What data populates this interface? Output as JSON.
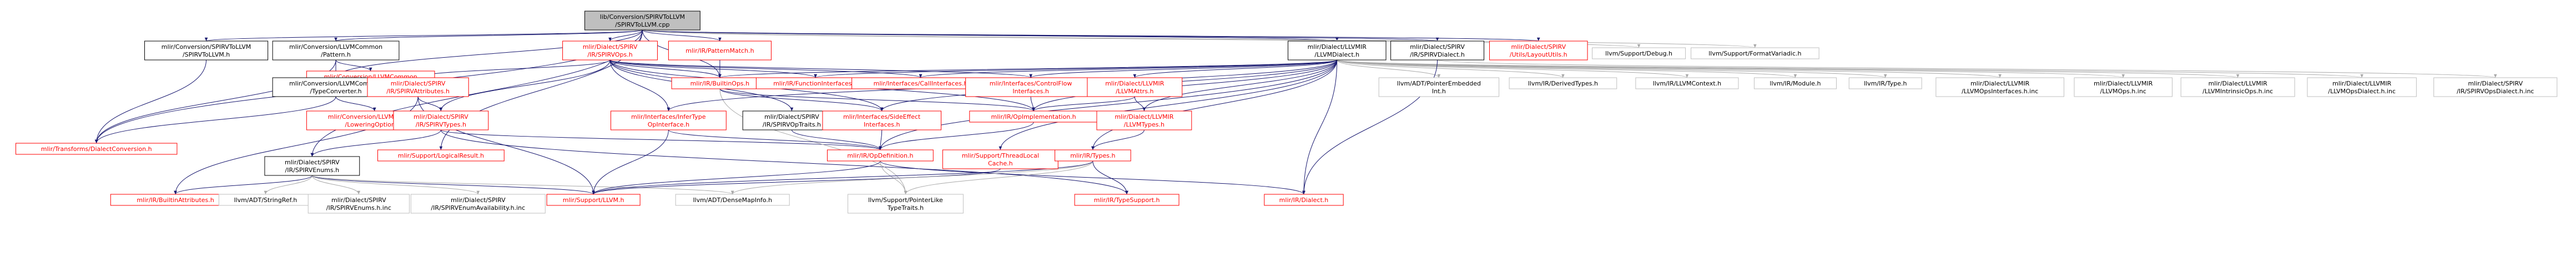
{
  "colors": {
    "root_fill": "#bfbfbf",
    "node_fill": "#ffffff",
    "border_normal": "#000000",
    "border_red": "#ff0000",
    "border_gray": "#bfbfbf",
    "text_normal": "#000000",
    "text_red": "#ff0000",
    "edge_normal": "#191970",
    "edge_gray": "#a9a9a9"
  },
  "nodes": [
    {
      "id": "root",
      "lines": [
        "lib/Conversion/SPIRVToLLVM",
        "/SPIRVToLLVM.cpp"
      ],
      "style": "root"
    },
    {
      "id": "spirvtollvm_h",
      "lines": [
        "mlir/Conversion/SPIRVToLLVM",
        "/SPIRVToLLVM.h"
      ],
      "style": "normal"
    },
    {
      "id": "llvmcommon_pattern",
      "lines": [
        "mlir/Conversion/LLVMCommon",
        "/Pattern.h"
      ],
      "style": "normal"
    },
    {
      "id": "spirv_ops",
      "lines": [
        "mlir/Dialect/SPIRV",
        "/IR/SPIRVOps.h"
      ],
      "style": "red"
    },
    {
      "id": "patternmatch",
      "lines": [
        "mlir/IR/PatternMatch.h"
      ],
      "style": "red"
    },
    {
      "id": "llvmir_dialect",
      "lines": [
        "mlir/Dialect/LLVMIR",
        "/LLVMDialect.h"
      ],
      "style": "normal"
    },
    {
      "id": "spirv_dialect",
      "lines": [
        "mlir/Dialect/SPIRV",
        "/IR/SPIRVDialect.h"
      ],
      "style": "normal"
    },
    {
      "id": "spirv_layoututils",
      "lines": [
        "mlir/Dialect/SPIRV",
        "/Utils/LayoutUtils.h"
      ],
      "style": "red"
    },
    {
      "id": "debug",
      "lines": [
        "llvm/Support/Debug.h"
      ],
      "style": "gray"
    },
    {
      "id": "formatvariadic",
      "lines": [
        "llvm/Support/FormatVariadic.h"
      ],
      "style": "gray"
    },
    {
      "id": "memrefbuilder",
      "lines": [
        "mlir/Conversion/LLVMCommon",
        "/MemRefBuilder.h"
      ],
      "style": "red"
    },
    {
      "id": "typeconverter",
      "lines": [
        "mlir/Conversion/LLVMCommon",
        "/TypeConverter.h"
      ],
      "style": "normal"
    },
    {
      "id": "loweringoptions",
      "lines": [
        "mlir/Conversion/LLVMCommon",
        "/LoweringOptions.h"
      ],
      "style": "red"
    },
    {
      "id": "dialectconversion",
      "lines": [
        "mlir/Transforms/DialectConversion.h"
      ],
      "style": "red"
    },
    {
      "id": "spirv_attributes",
      "lines": [
        "mlir/Dialect/SPIRV",
        "/IR/SPIRVAttributes.h"
      ],
      "style": "red"
    },
    {
      "id": "spirv_types",
      "lines": [
        "mlir/Dialect/SPIRV",
        "/IR/SPIRVTypes.h"
      ],
      "style": "red"
    },
    {
      "id": "spirv_enums",
      "lines": [
        "mlir/Dialect/SPIRV",
        "/IR/SPIRVEnums.h"
      ],
      "style": "normal"
    },
    {
      "id": "builtinops",
      "lines": [
        "mlir/IR/BuiltinOps.h"
      ],
      "style": "red"
    },
    {
      "id": "functioninterfaces",
      "lines": [
        "mlir/IR/FunctionInterfaces.h"
      ],
      "style": "red"
    },
    {
      "id": "callinterfaces",
      "lines": [
        "mlir/Interfaces/CallInterfaces.h"
      ],
      "style": "red"
    },
    {
      "id": "controlflowinterfaces",
      "lines": [
        "mlir/Interfaces/ControlFlow",
        "Interfaces.h"
      ],
      "style": "red"
    },
    {
      "id": "llvmattrs",
      "lines": [
        "mlir/Dialect/LLVMIR",
        "/LLVMAttrs.h"
      ],
      "style": "red"
    },
    {
      "id": "inferopinterface",
      "lines": [
        "mlir/Interfaces/InferType",
        "OpInterface.h"
      ],
      "style": "red"
    },
    {
      "id": "spirv_optraits",
      "lines": [
        "mlir/Dialect/SPIRV",
        "/IR/SPIRVOpTraits.h"
      ],
      "style": "normal"
    },
    {
      "id": "sideeffect",
      "lines": [
        "mlir/Interfaces/SideEffect",
        "Interfaces.h"
      ],
      "style": "red"
    },
    {
      "id": "opimplementation",
      "lines": [
        "mlir/IR/OpImplementation.h"
      ],
      "style": "red"
    },
    {
      "id": "llvmtypes",
      "lines": [
        "mlir/Dialect/LLVMIR",
        "/LLVMTypes.h"
      ],
      "style": "red"
    },
    {
      "id": "logicalresult",
      "lines": [
        "mlir/Support/LogicalResult.h"
      ],
      "style": "red"
    },
    {
      "id": "opdefinition",
      "lines": [
        "mlir/IR/OpDefinition.h"
      ],
      "style": "red"
    },
    {
      "id": "threadlocalcache",
      "lines": [
        "mlir/Support/ThreadLocal",
        "Cache.h"
      ],
      "style": "red"
    },
    {
      "id": "ir_types",
      "lines": [
        "mlir/IR/Types.h"
      ],
      "style": "red"
    },
    {
      "id": "builtinattributes",
      "lines": [
        "mlir/IR/BuiltinAttributes.h"
      ],
      "style": "red"
    },
    {
      "id": "stringref",
      "lines": [
        "llvm/ADT/StringRef.h"
      ],
      "style": "gray"
    },
    {
      "id": "spirvenums_inc",
      "lines": [
        "mlir/Dialect/SPIRV",
        "/IR/SPIRVEnums.h.inc"
      ],
      "style": "gray"
    },
    {
      "id": "spirvenumavail_inc",
      "lines": [
        "mlir/Dialect/SPIRV",
        "/IR/SPIRVEnumAvailability.h.inc"
      ],
      "style": "gray"
    },
    {
      "id": "llvm_h",
      "lines": [
        "mlir/Support/LLVM.h"
      ],
      "style": "red"
    },
    {
      "id": "densemapinfo",
      "lines": [
        "llvm/ADT/DenseMapInfo.h"
      ],
      "style": "gray"
    },
    {
      "id": "pointerliketypetraits",
      "lines": [
        "llvm/Support/PointerLike",
        "TypeTraits.h"
      ],
      "style": "gray"
    },
    {
      "id": "typesupport",
      "lines": [
        "mlir/IR/TypeSupport.h"
      ],
      "style": "red"
    },
    {
      "id": "ir_dialect",
      "lines": [
        "mlir/IR/Dialect.h"
      ],
      "style": "red"
    },
    {
      "id": "pointerembeddedint",
      "lines": [
        "llvm/ADT/PointerEmbedded",
        "Int.h"
      ],
      "style": "gray"
    },
    {
      "id": "derivedtypes",
      "lines": [
        "llvm/IR/DerivedTypes.h"
      ],
      "style": "gray"
    },
    {
      "id": "llvmcontext",
      "lines": [
        "llvm/IR/LLVMContext.h"
      ],
      "style": "gray"
    },
    {
      "id": "llvm_module",
      "lines": [
        "llvm/IR/Module.h"
      ],
      "style": "gray"
    },
    {
      "id": "llvm_type",
      "lines": [
        "llvm/IR/Type.h"
      ],
      "style": "gray"
    },
    {
      "id": "llvmopsinterfaces_inc",
      "lines": [
        "mlir/Dialect/LLVMIR",
        "/LLVMOpsInterfaces.h.inc"
      ],
      "style": "gray"
    },
    {
      "id": "llvmops_inc",
      "lines": [
        "mlir/Dialect/LLVMIR",
        "/LLVMOps.h.inc"
      ],
      "style": "gray"
    },
    {
      "id": "llvmintrinsicops_inc",
      "lines": [
        "mlir/Dialect/LLVMIR",
        "/LLVMIntrinsicOps.h.inc"
      ],
      "style": "gray"
    },
    {
      "id": "llvmopsdialect_inc",
      "lines": [
        "mlir/Dialect/LLVMIR",
        "/LLVMOpsDialect.h.inc"
      ],
      "style": "gray"
    },
    {
      "id": "spirvopsdialect_inc",
      "lines": [
        "mlir/Dialect/SPIRV",
        "/IR/SPIRVOpsDialect.h.inc"
      ],
      "style": "gray"
    }
  ],
  "edges": [
    [
      "root",
      "spirvtollvm_h"
    ],
    [
      "root",
      "llvmcommon_pattern"
    ],
    [
      "root",
      "spirv_ops"
    ],
    [
      "root",
      "patternmatch"
    ],
    [
      "root",
      "llvmir_dialect"
    ],
    [
      "root",
      "spirv_dialect"
    ],
    [
      "root",
      "spirv_layoututils"
    ],
    [
      "root",
      "debug"
    ],
    [
      "root",
      "formatvariadic"
    ],
    [
      "root",
      "typeconverter"
    ],
    [
      "root",
      "dialectconversion"
    ],
    [
      "root",
      "spirv_enums"
    ],
    [
      "root",
      "builtinops"
    ],
    [
      "root",
      "logicalresult"
    ],
    [
      "spirvtollvm_h",
      "dialectconversion"
    ],
    [
      "llvmcommon_pattern",
      "memrefbuilder"
    ],
    [
      "llvmcommon_pattern",
      "typeconverter"
    ],
    [
      "llvmcommon_pattern",
      "dialectconversion"
    ],
    [
      "typeconverter",
      "loweringoptions"
    ],
    [
      "typeconverter",
      "dialectconversion"
    ],
    [
      "patternmatch",
      "builtinops"
    ],
    [
      "spirv_ops",
      "spirv_attributes"
    ],
    [
      "spirv_ops",
      "spirv_types"
    ],
    [
      "spirv_ops",
      "builtinops"
    ],
    [
      "spirv_ops",
      "functioninterfaces"
    ],
    [
      "spirv_ops",
      "callinterfaces"
    ],
    [
      "spirv_ops",
      "controlflowinterfaces"
    ],
    [
      "spirv_ops",
      "inferopinterface"
    ],
    [
      "spirv_ops",
      "spirv_optraits"
    ],
    [
      "spirv_ops",
      "sideeffect"
    ],
    [
      "spirv_ops",
      "opimplementation"
    ],
    [
      "spirv_attributes",
      "spirv_types"
    ],
    [
      "spirv_attributes",
      "builtinattributes"
    ],
    [
      "spirv_attributes",
      "llvm_h"
    ],
    [
      "spirv_types",
      "spirv_enums"
    ],
    [
      "spirv_types",
      "opdefinition"
    ],
    [
      "spirv_types",
      "typesupport"
    ],
    [
      "spirv_enums",
      "builtinattributes"
    ],
    [
      "spirv_enums",
      "stringref"
    ],
    [
      "spirv_enums",
      "spirvenums_inc"
    ],
    [
      "spirv_enums",
      "spirvenumavail_inc"
    ],
    [
      "spirv_enums",
      "llvm_h"
    ],
    [
      "spirv_enums",
      "densemapinfo"
    ],
    [
      "builtinops",
      "functioninterfaces"
    ],
    [
      "builtinops",
      "callinterfaces"
    ],
    [
      "builtinops",
      "opimplementation"
    ],
    [
      "builtinops",
      "sideeffect"
    ],
    [
      "builtinops",
      "pointerliketypetraits"
    ],
    [
      "spirv_optraits",
      "opdefinition"
    ],
    [
      "sideeffect",
      "opdefinition"
    ],
    [
      "inferopinterface",
      "opdefinition"
    ],
    [
      "inferopinterface",
      "llvm_h"
    ],
    [
      "controlflowinterfaces",
      "opimplementation"
    ],
    [
      "opimplementation",
      "opdefinition"
    ],
    [
      "llvmir_dialect",
      "builtinops"
    ],
    [
      "llvmir_dialect",
      "functioninterfaces"
    ],
    [
      "llvmir_dialect",
      "callinterfaces"
    ],
    [
      "llvmir_dialect",
      "controlflowinterfaces"
    ],
    [
      "llvmir_dialect",
      "llvmattrs"
    ],
    [
      "llvmir_dialect",
      "llvmtypes"
    ],
    [
      "llvmir_dialect",
      "inferopinterface"
    ],
    [
      "llvmir_dialect",
      "sideeffect"
    ],
    [
      "llvmir_dialect",
      "opimplementation"
    ],
    [
      "llvmir_dialect",
      "opdefinition"
    ],
    [
      "llvmir_dialect",
      "threadlocalcache"
    ],
    [
      "llvmir_dialect",
      "ir_types"
    ],
    [
      "llvmir_dialect",
      "pointerembeddedint"
    ],
    [
      "llvmir_dialect",
      "derivedtypes"
    ],
    [
      "llvmir_dialect",
      "llvmcontext"
    ],
    [
      "llvmir_dialect",
      "llvm_module"
    ],
    [
      "llvmir_dialect",
      "llvm_type"
    ],
    [
      "llvmir_dialect",
      "llvmopsinterfaces_inc"
    ],
    [
      "llvmir_dialect",
      "llvmops_inc"
    ],
    [
      "llvmir_dialect",
      "llvmintrinsicops_inc"
    ],
    [
      "llvmir_dialect",
      "llvmopsdialect_inc"
    ],
    [
      "llvmir_dialect",
      "ir_dialect"
    ],
    [
      "llvmattrs",
      "opimplementation"
    ],
    [
      "llvmattrs",
      "llvmtypes"
    ],
    [
      "llvmtypes",
      "ir_types"
    ],
    [
      "opdefinition",
      "llvm_h"
    ],
    [
      "opdefinition",
      "ir_dialect"
    ],
    [
      "opdefinition",
      "pointerliketypetraits"
    ],
    [
      "threadlocalcache",
      "llvm_h"
    ],
    [
      "ir_types",
      "typesupport"
    ],
    [
      "ir_types",
      "densemapinfo"
    ],
    [
      "ir_types",
      "pointerliketypetraits"
    ],
    [
      "ir_types",
      "llvm_h"
    ],
    [
      "spirv_dialect",
      "ir_dialect"
    ],
    [
      "spirv_dialect",
      "spirvopsdialect_inc"
    ]
  ]
}
